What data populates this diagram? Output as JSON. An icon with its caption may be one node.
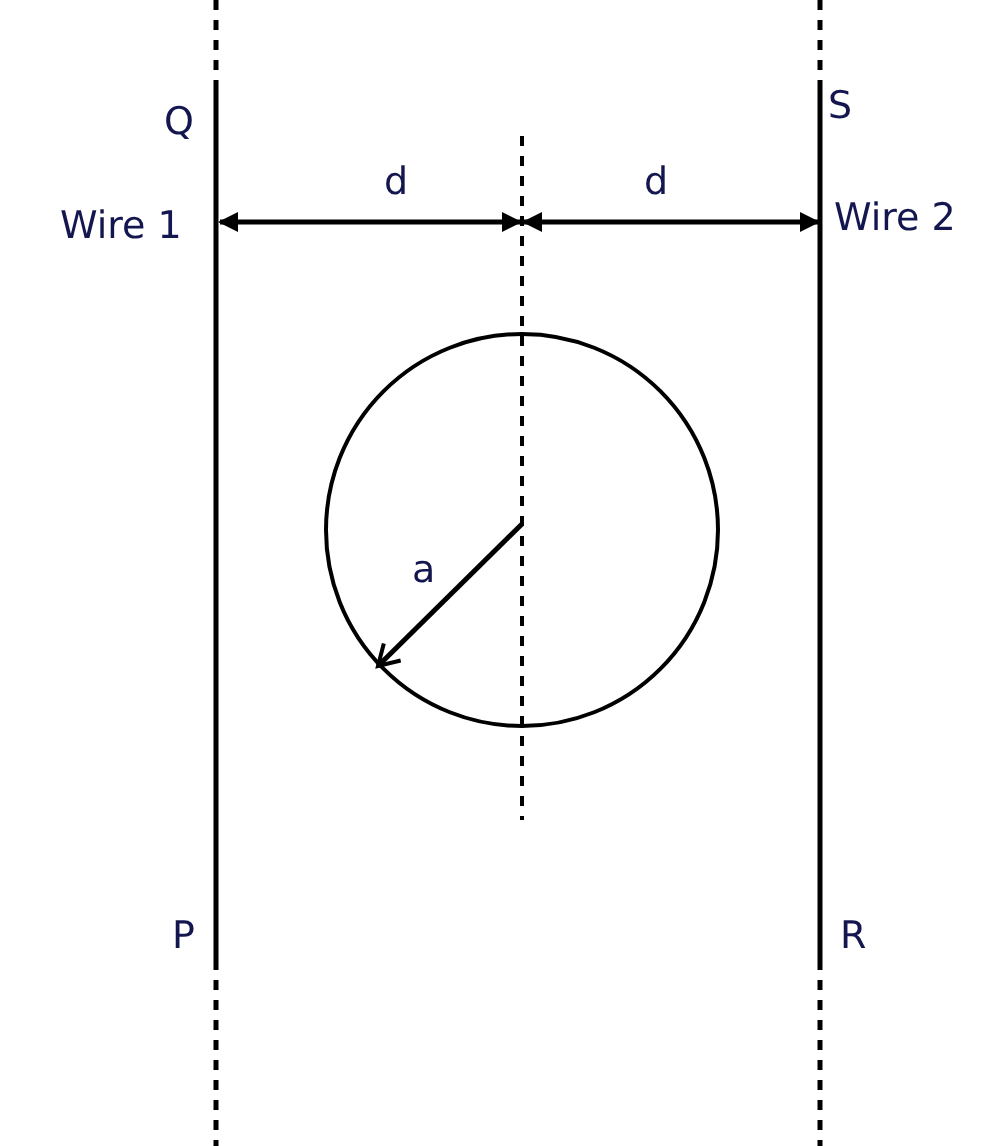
{
  "diagram": {
    "labels": [
      "Q",
      "S",
      "d",
      "d",
      "Wire 1",
      "Wire 2",
      "a",
      "P",
      "R"
    ]
  }
}
